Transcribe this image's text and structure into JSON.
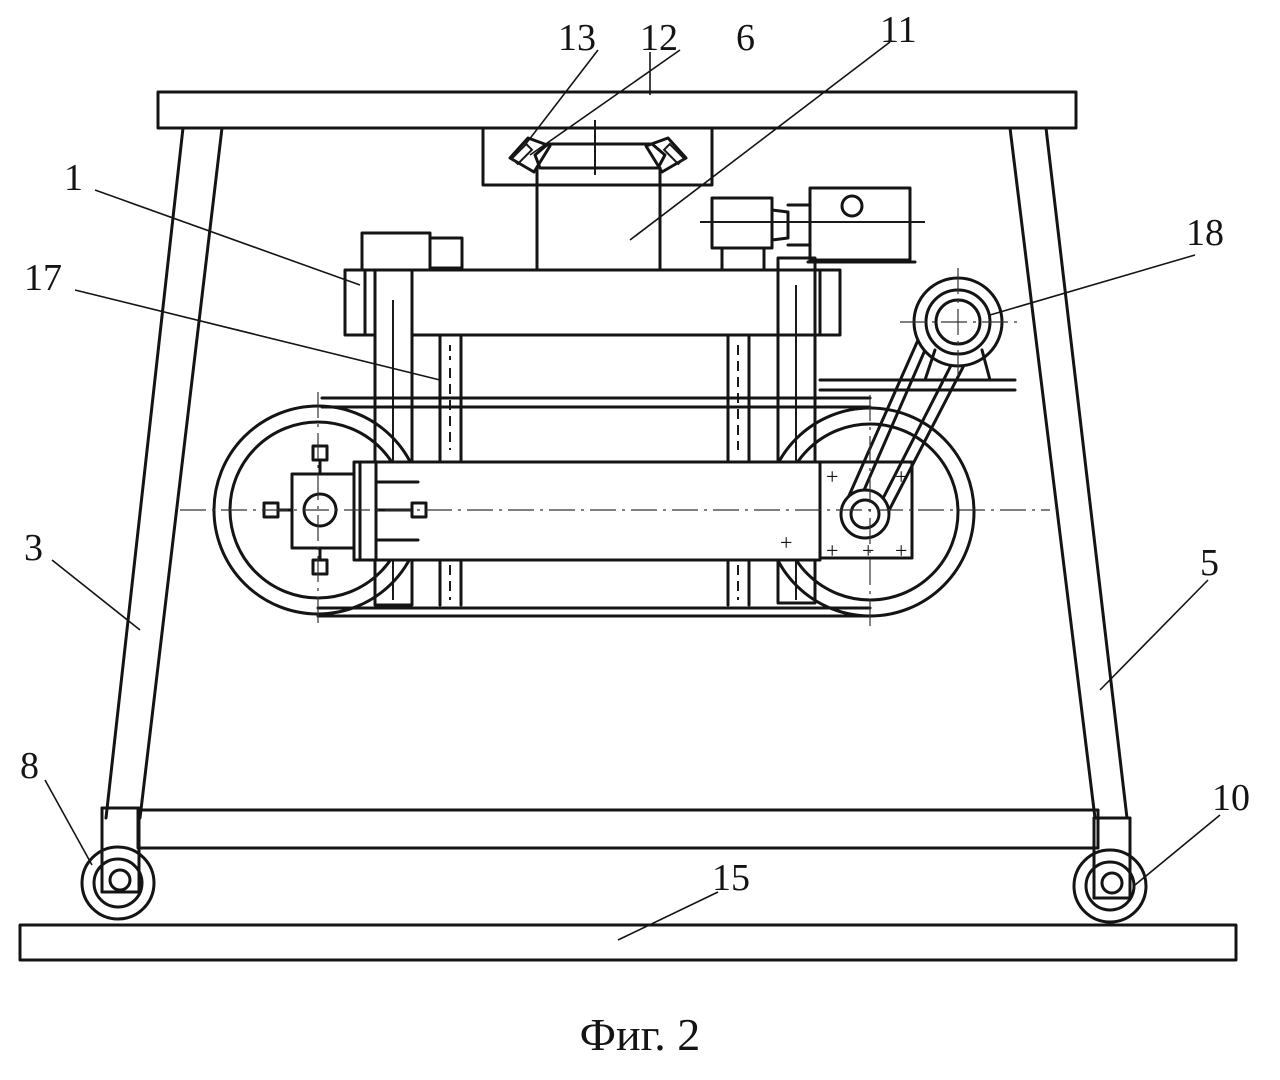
{
  "figure": {
    "caption": "Фиг. 2",
    "reference_numerals": {
      "n1": "1",
      "n3": "3",
      "n5": "5",
      "n6": "6",
      "n8": "8",
      "n10": "10",
      "n11": "11",
      "n12": "12",
      "n13": "13",
      "n15": "15",
      "n17": "17",
      "n18": "18"
    }
  },
  "colors": {
    "ink": "#141414",
    "paper": "#ffffff"
  }
}
